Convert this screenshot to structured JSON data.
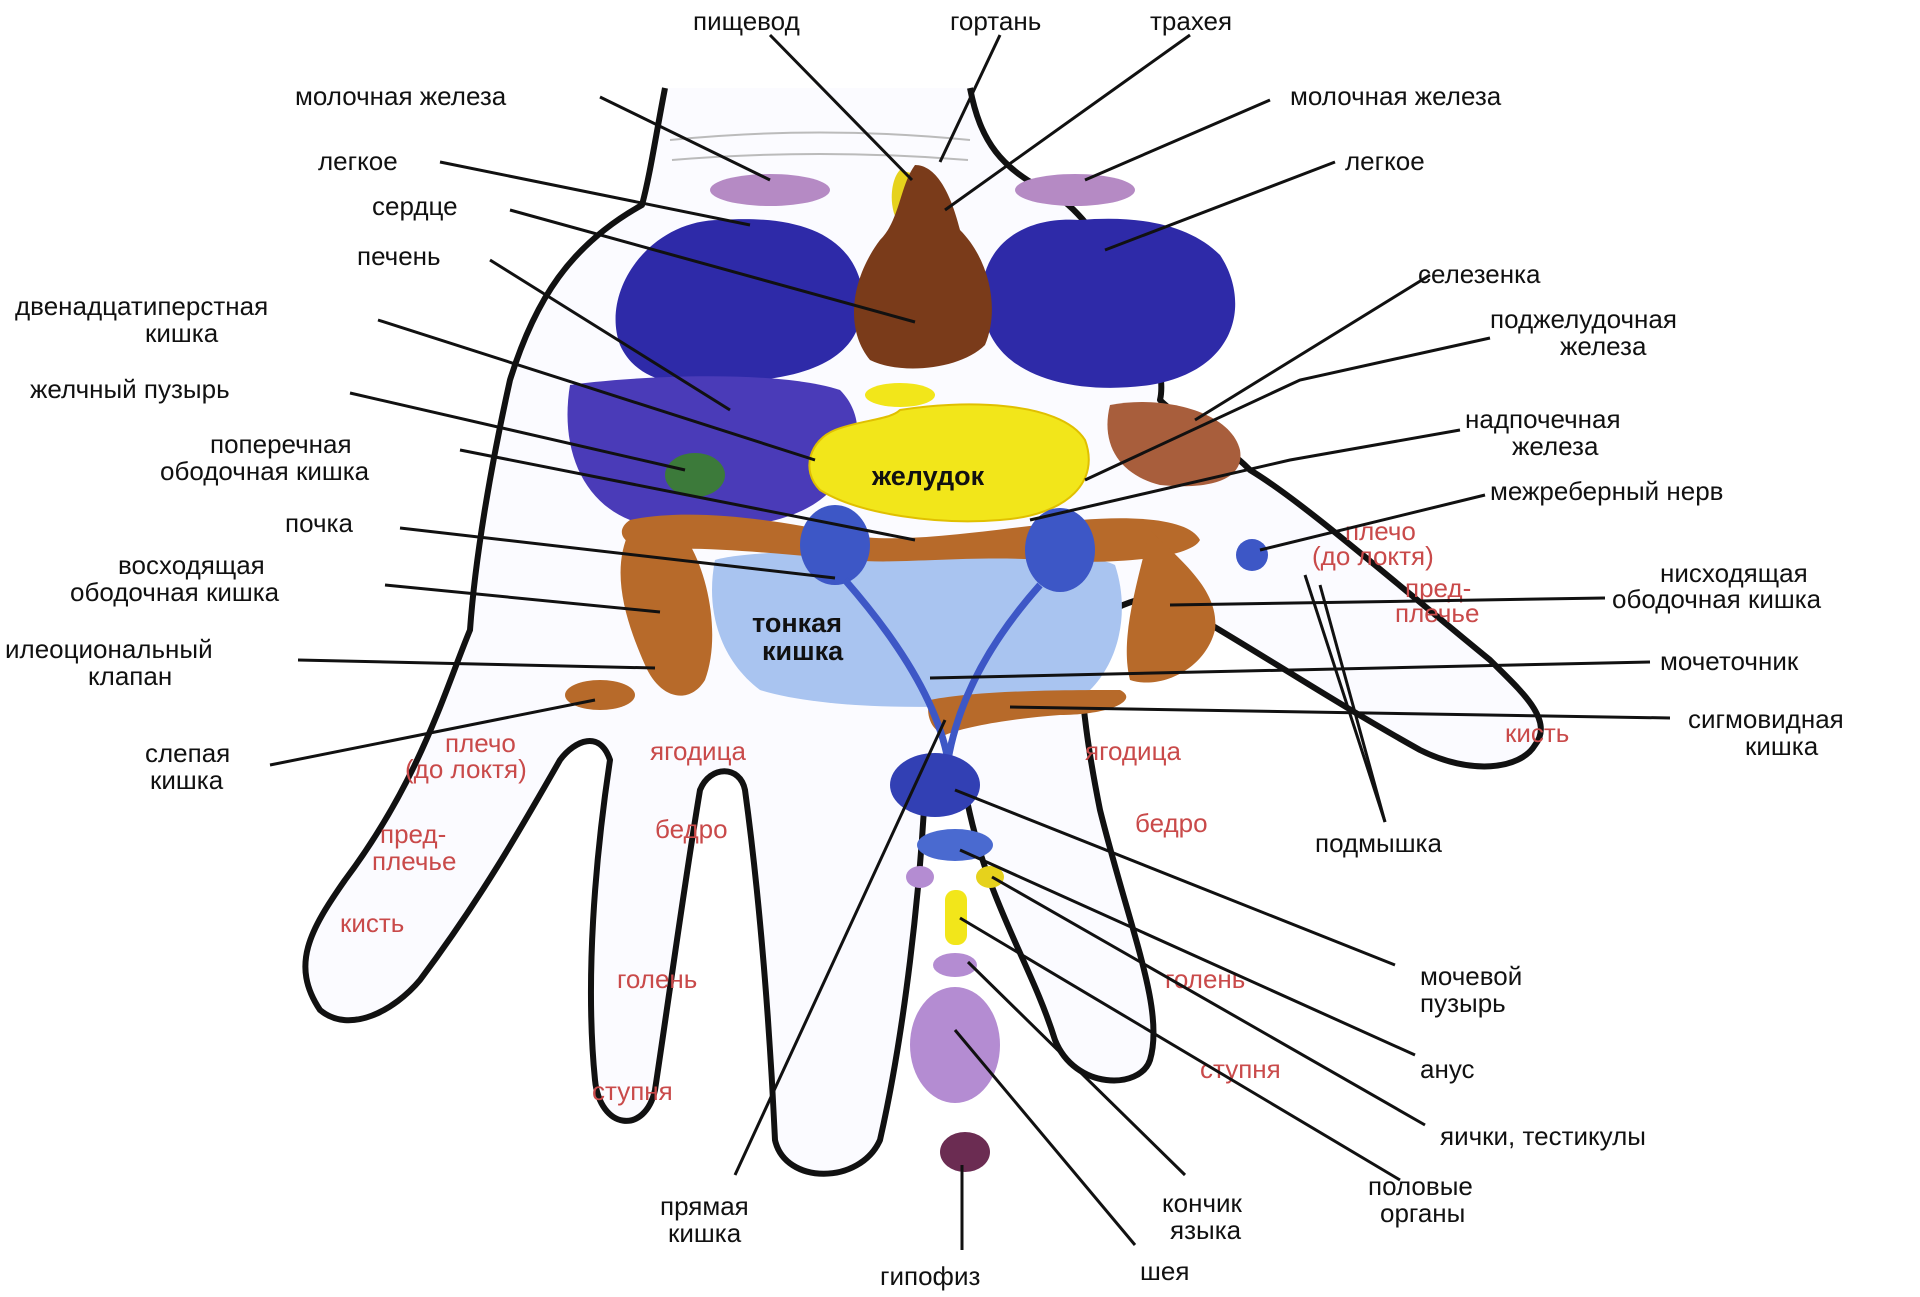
{
  "colors": {
    "outline": "#111111",
    "leader": "#111111",
    "lung": "#2e2aa8",
    "liver": "#4a3bb8",
    "heart": "#7a3b1a",
    "esophagus": "#e6d21c",
    "stomach": "#f2e61a",
    "gallbladder": "#3c7a3a",
    "colon": "#b76a2a",
    "small_intestine": "#a9c4f0",
    "kidney": "#3d57c6",
    "breast": "#b58ac4",
    "spleen": "#a85e3c",
    "bladder": "#3240b4",
    "tongue": "#b48cd2",
    "pituitary": "#6b2c52",
    "inner_text": "#c94a4a"
  },
  "labels": {
    "esophagus": "пищевод",
    "larynx": "гортань",
    "trachea": "трахея",
    "breast_left": "молочная железа",
    "breast_right": "молочная железа",
    "lung_left": "легкое",
    "lung_right": "легкое",
    "heart": "сердце",
    "liver": "печень",
    "duodenum_1": "двенадцатиперстная",
    "duodenum_2": "кишка",
    "gallbladder": "желчный пузырь",
    "transverse_colon_1": "поперечная",
    "transverse_colon_2": "ободочная кишка",
    "kidney": "почка",
    "ascending_colon_1": "восходящая",
    "ascending_colon_2": "ободочная кишка",
    "ileocecal_1": "илеоционaльный",
    "ileocecal_2": "клапан",
    "cecum_1": "слепая",
    "cecum_2": "кишка",
    "spleen": "селезенка",
    "pancreas_1": "поджелудочная",
    "pancreas_2": "железа",
    "adrenal_1": "надпочечная",
    "adrenal_2": "железа",
    "intercostal": "межреберный нерв",
    "descending_colon_1": "нисходящая",
    "descending_colon_2": "ободочная кишка",
    "ureter": "мочеточник",
    "sigmoid_1": "сигмовидная",
    "sigmoid_2": "кишка",
    "armpit": "подмышка",
    "bladder_1": "мочевой",
    "bladder_2": "пузырь",
    "anus": "анус",
    "testicles": "яички, тестикулы",
    "genitals_1": "половые",
    "genitals_2": "органы",
    "tongue_tip_1": "кончик",
    "tongue_tip_2": "языка",
    "neck": "шея",
    "pituitary": "гипофиз",
    "rectum_1": "прямая",
    "rectum_2": "кишка",
    "stomach": "желудок",
    "small_intestine_1": "тонкая",
    "small_intestine_2": "кишка"
  },
  "inner_labels": {
    "thumb_shoulder_1": "плечо",
    "thumb_shoulder_2": "(до локтя)",
    "thumb_forearm_1": "пред-",
    "thumb_forearm_2": "плечье",
    "thumb_hand": "кисть",
    "little_shoulder_1": "плечо",
    "little_shoulder_2": "(до локтя)",
    "little_forearm_1": "пред-",
    "little_forearm_2": "плечье",
    "little_hand": "кисть",
    "left_buttock": "ягодица",
    "left_thigh": "бедро",
    "left_shin": "голень",
    "left_foot": "ступня",
    "right_buttock": "ягодица",
    "right_thigh": "бедро",
    "right_shin": "голень",
    "right_foot": "ступня"
  }
}
